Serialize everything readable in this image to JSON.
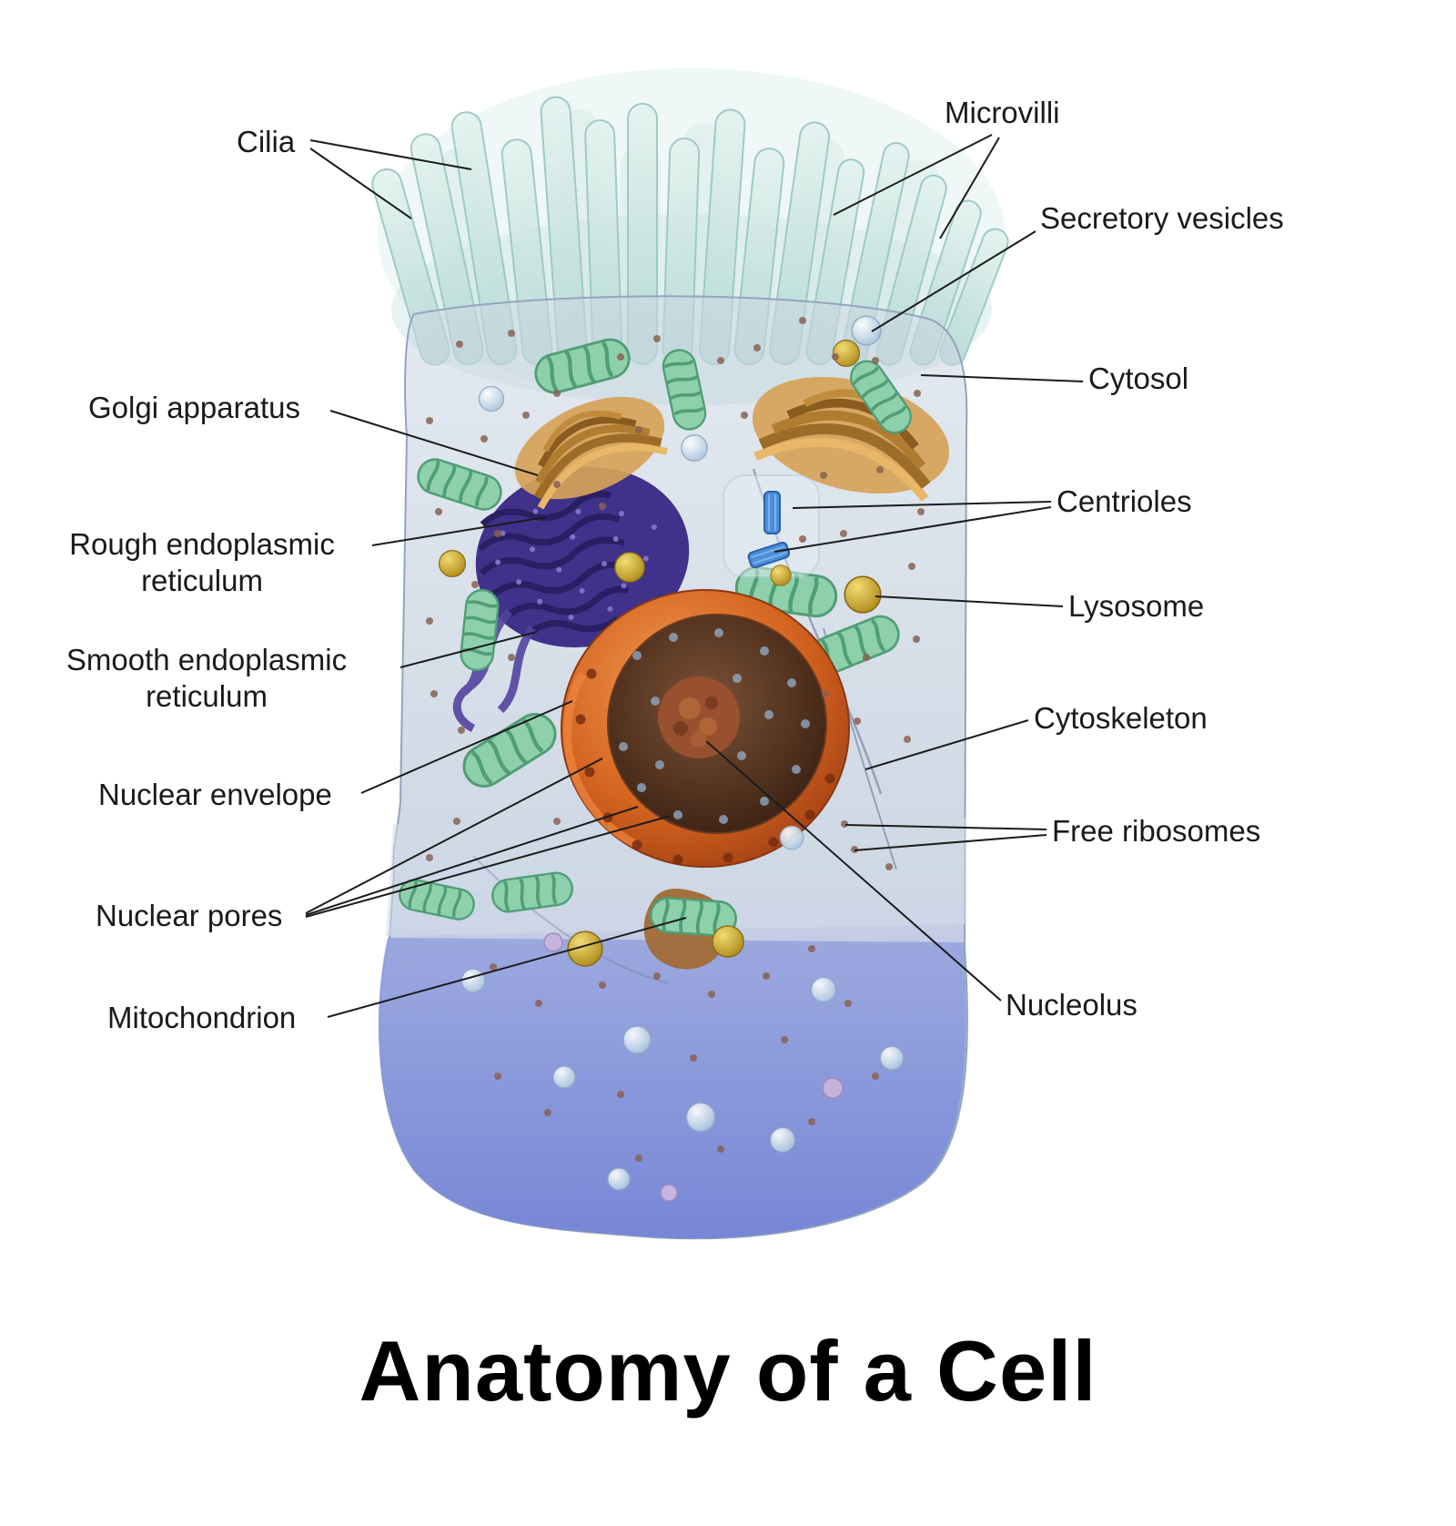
{
  "title": "Anatomy of a Cell",
  "labels": {
    "cilia": {
      "text": "Cilia"
    },
    "microvilli": {
      "text": "Microvilli"
    },
    "secretory_vesicles": {
      "text": "Secretory vesicles"
    },
    "cytosol": {
      "text": "Cytosol"
    },
    "golgi_apparatus": {
      "text": "Golgi apparatus"
    },
    "centrioles": {
      "text": "Centrioles"
    },
    "rough_er": {
      "text": "Rough endoplasmic reticulum"
    },
    "lysosome": {
      "text": "Lysosome"
    },
    "smooth_er": {
      "text": "Smooth endoplasmic reticulum"
    },
    "cytoskeleton": {
      "text": "Cytoskeleton"
    },
    "nuclear_envelope": {
      "text": "Nuclear envelope"
    },
    "free_ribosomes": {
      "text": "Free ribosomes"
    },
    "nuclear_pores": {
      "text": "Nuclear pores"
    },
    "nucleolus": {
      "text": "Nucleolus"
    },
    "mitochondrion": {
      "text": "Mitochondrion"
    }
  },
  "colors": {
    "label_text": "#1a1a1a",
    "leader_line": "#1c1c1c",
    "cell_top": "#c4d0de",
    "cell_bottom": "#7e90da",
    "cilia": "#cfe9e5",
    "nucleus_envelope": "#d4631f",
    "nucleus_interior": "#54331f",
    "nucleolus": "#98502e",
    "rough_er": "#40318a",
    "golgi": "#d6a258",
    "mitochondria": "#8ed0ac",
    "lysosome": "#d4b030",
    "vesicle": "#dce8f4",
    "centriole": "#4e8ed8"
  }
}
